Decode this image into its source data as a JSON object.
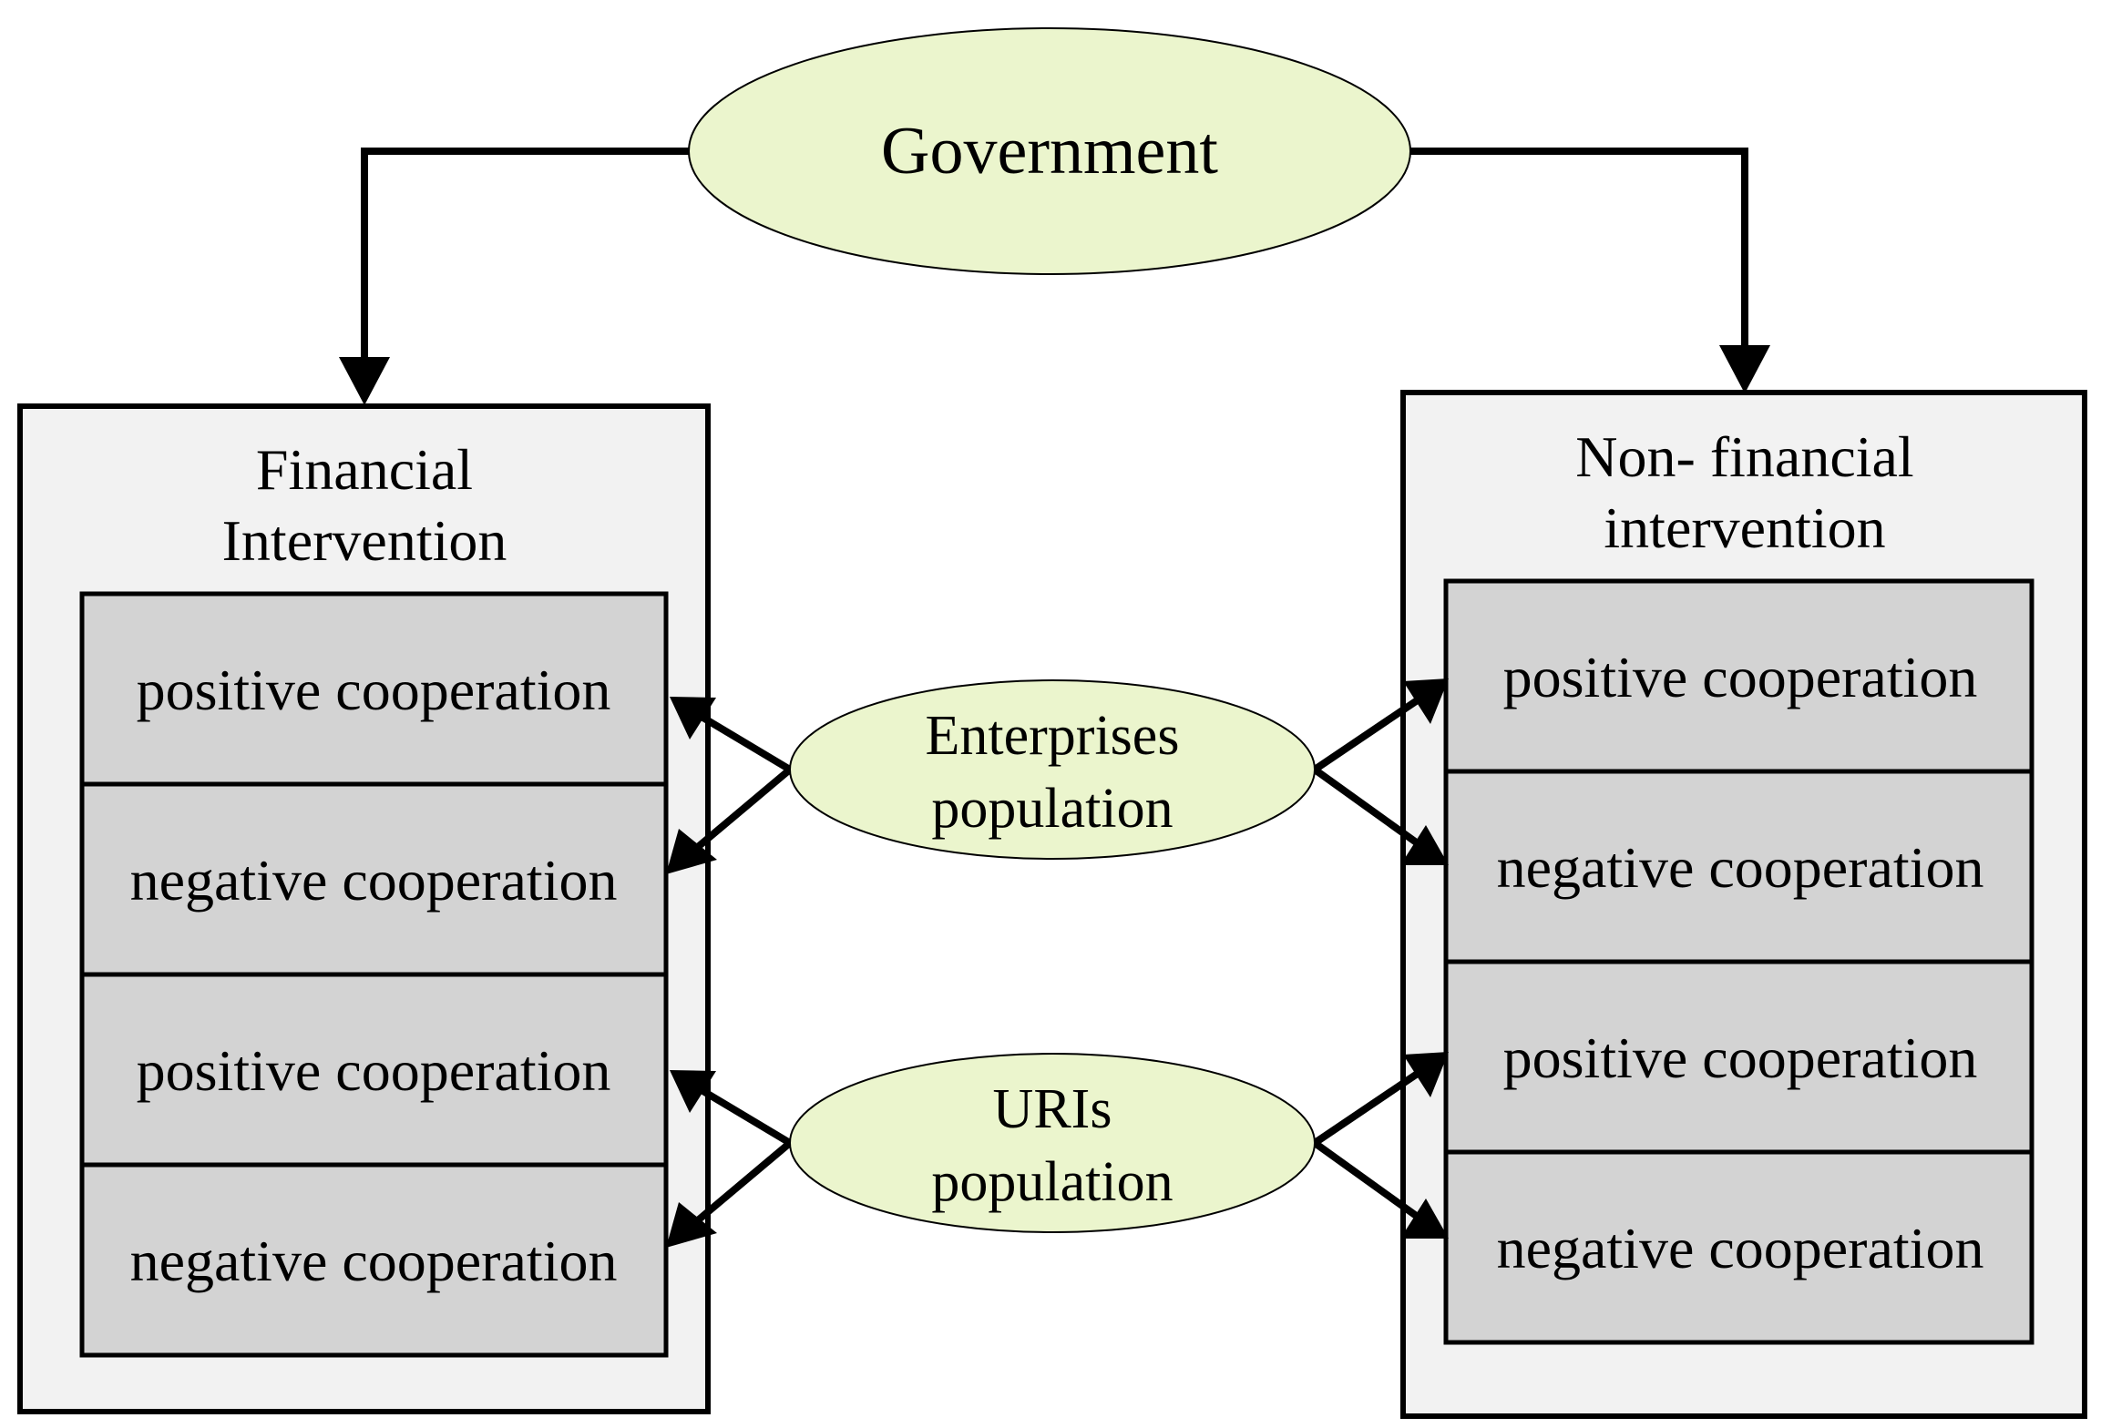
{
  "government": {
    "label": "Government",
    "fill": "#ebf5cd"
  },
  "financial_panel": {
    "title_line1": "Financial",
    "title_line2": "Intervention",
    "cells": [
      "positive cooperation",
      "negative cooperation",
      "positive cooperation",
      "negative cooperation"
    ]
  },
  "nonfinancial_panel": {
    "title_line1": "Non- financial",
    "title_line2": "intervention",
    "cells": [
      "positive cooperation",
      "negative cooperation",
      "positive cooperation",
      "negative cooperation"
    ]
  },
  "populations": {
    "enterprises": {
      "line1": "Enterprises",
      "line2": "population"
    },
    "uris": {
      "line1": "URIs",
      "line2": "population"
    }
  },
  "colors": {
    "ellipse_fill": "#ebf5cd",
    "panel_fill": "#f2f2f2",
    "cell_fill": "#d3d3d3",
    "stroke": "#000000"
  },
  "icons": {
    "arrows": "arrow-icon"
  }
}
